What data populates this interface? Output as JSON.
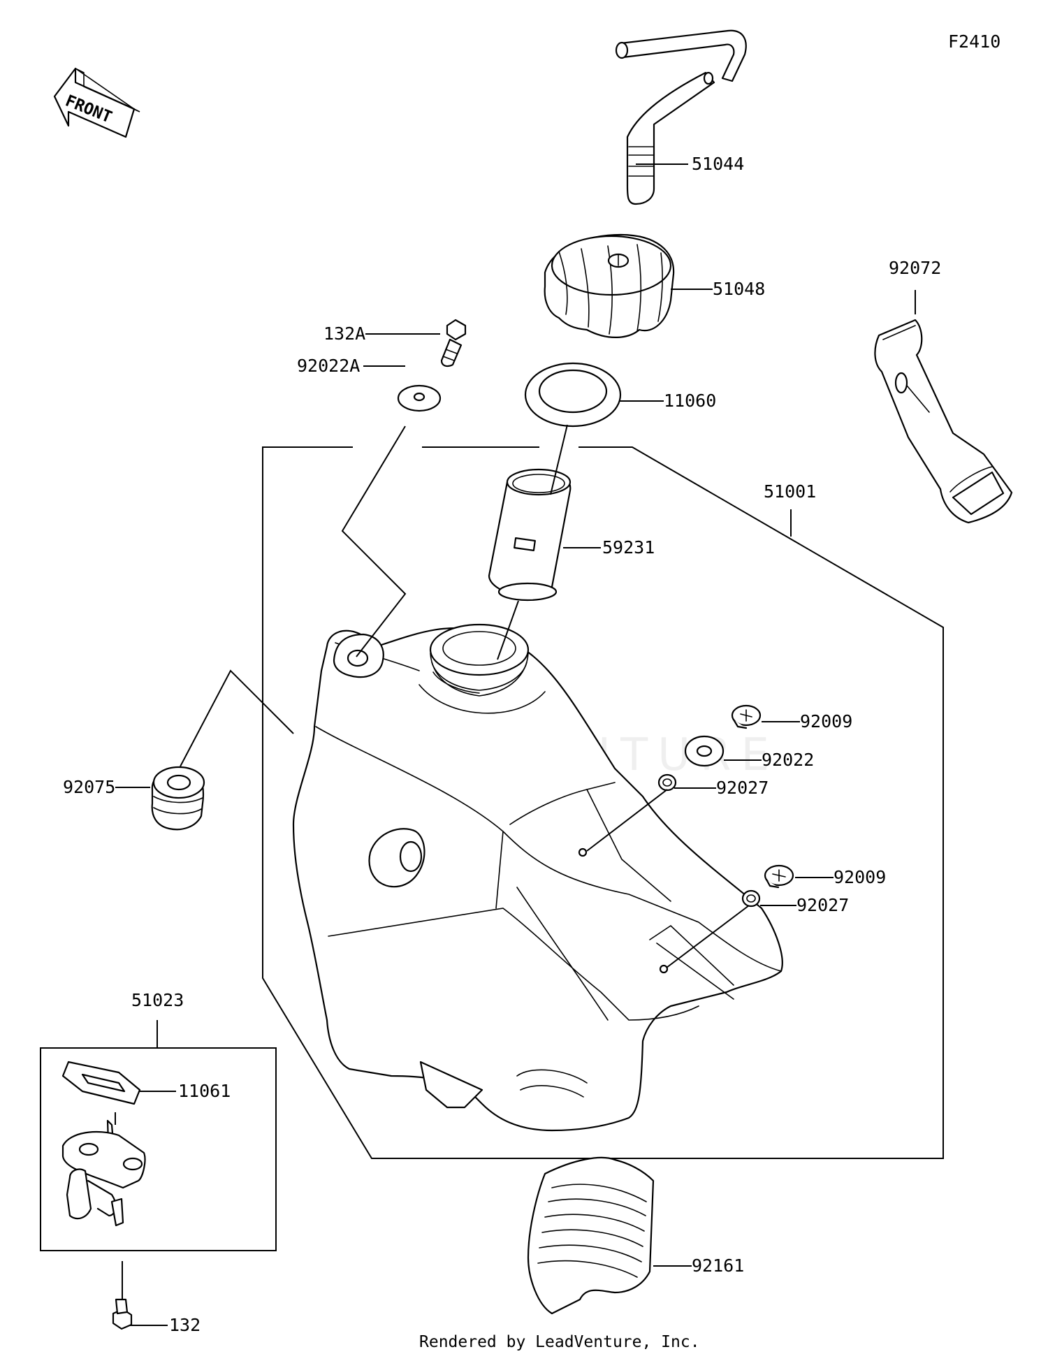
{
  "diagram_code": "F2410",
  "front_label": "FRONT",
  "watermark": "LEADVENTURE",
  "footer": "Rendered by LeadVenture, Inc.",
  "parts": {
    "p51044": "51044",
    "p51048": "51048",
    "p92072": "92072",
    "p132A": "132A",
    "p92022A": "92022A",
    "p11060": "11060",
    "p51001": "51001",
    "p59231": "59231",
    "p92009a": "92009",
    "p92022": "92022",
    "p92027a": "92027",
    "p92075": "92075",
    "p92009b": "92009",
    "p92027b": "92027",
    "p51023": "51023",
    "p11061": "11061",
    "p92161": "92161",
    "p132": "132"
  }
}
